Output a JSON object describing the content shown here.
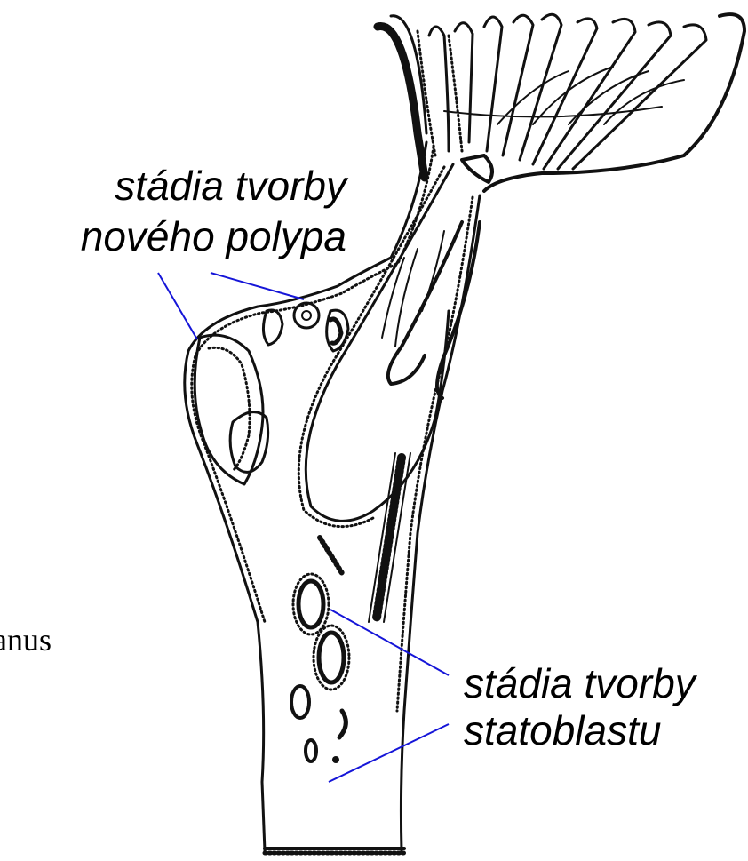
{
  "labels": {
    "new_polyp_line1": "stádia tvorby",
    "new_polyp_line2": "nového polypa",
    "statoblast_line1": "stádia tvorby",
    "statoblast_line2": "statoblastu",
    "margin_fragment": "anus"
  },
  "colors": {
    "pointer": "#1515d8",
    "ink": "#111111",
    "background": "#ffffff"
  }
}
